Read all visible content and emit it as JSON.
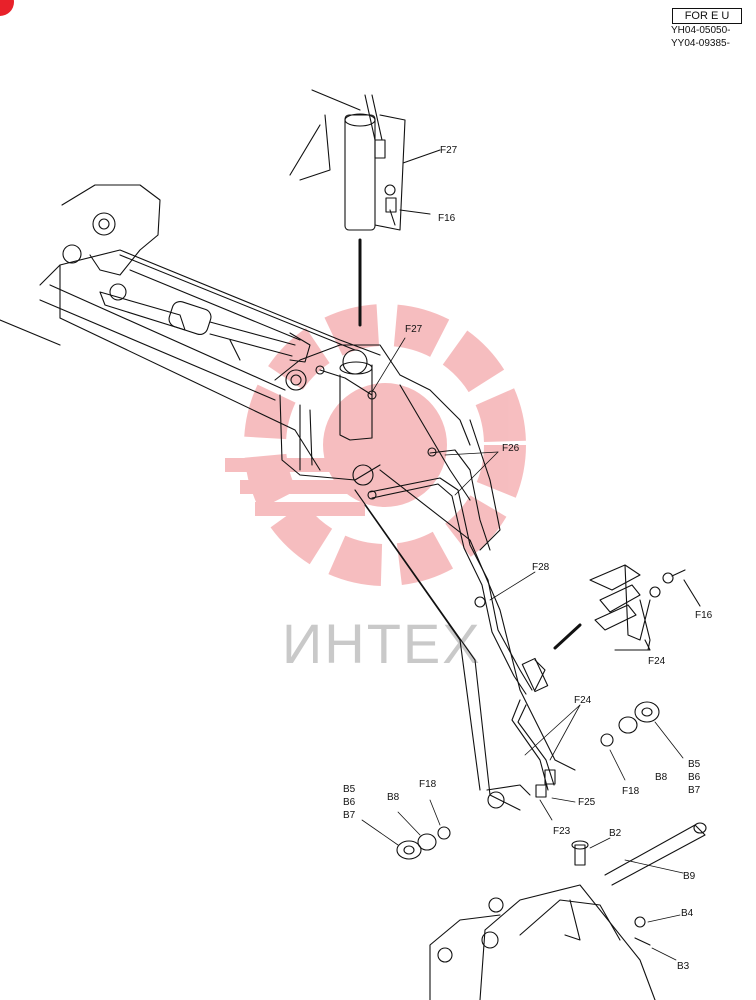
{
  "header": {
    "region_box": "FOR E U",
    "codes": [
      "YH04-05050-",
      "YY04-09385-"
    ]
  },
  "watermark": {
    "text": "ИНТЕХ",
    "logo_color": "#e8454a"
  },
  "labels": {
    "f27_top": "F27",
    "f16_top": "F16",
    "f27_mid": "F27",
    "f26": "F26",
    "f28": "F28",
    "f16_right": "F16",
    "f24_right": "F24",
    "f24_mid": "F24",
    "b5_right": "B5",
    "b6_right": "B6",
    "b7_right": "B7",
    "b8_right": "B8",
    "f18_right": "F18",
    "f25": "F25",
    "f23": "F23",
    "b5_left": "B5",
    "b6_left": "B6",
    "b7_left": "B7",
    "b8_left": "B8",
    "f18_left": "F18",
    "b2": "B2",
    "b9": "B9",
    "b4": "B4",
    "b3": "B3"
  }
}
